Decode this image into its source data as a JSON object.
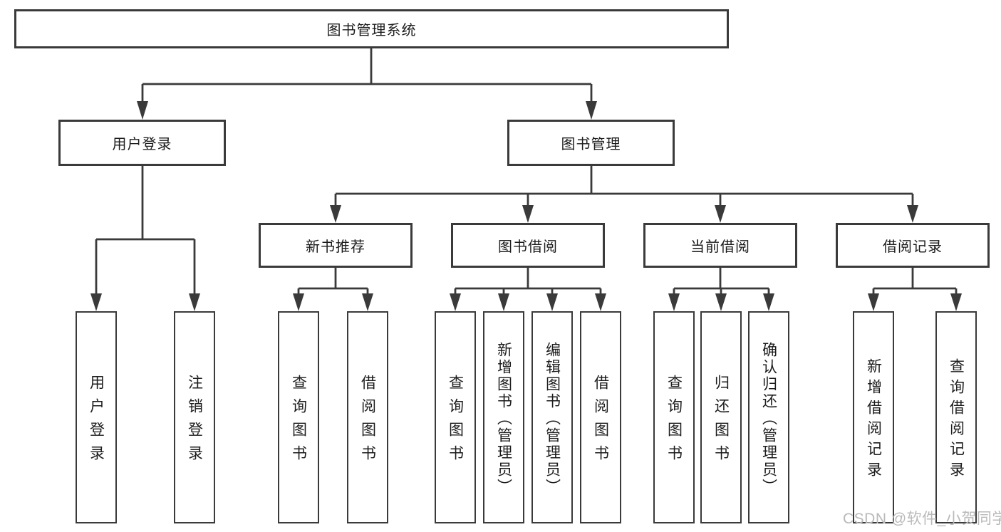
{
  "diagram": {
    "title": "图书管理系统",
    "level2": [
      {
        "label": "用户登录"
      },
      {
        "label": "图书管理"
      }
    ],
    "level3": [
      {
        "label": "新书推荐",
        "parent": "图书管理"
      },
      {
        "label": "图书借阅",
        "parent": "图书管理"
      },
      {
        "label": "当前借阅",
        "parent": "图书管理"
      },
      {
        "label": "借阅记录",
        "parent": "图书管理"
      }
    ],
    "leaves": [
      {
        "label": "用户登录",
        "parent": "用户登录"
      },
      {
        "label": "注销登录",
        "parent": "用户登录"
      },
      {
        "label": "查询图书",
        "parent": "新书推荐"
      },
      {
        "label": "借阅图书",
        "parent": "新书推荐"
      },
      {
        "label": "查询图书",
        "parent": "图书借阅"
      },
      {
        "label": "新增图书（管理员）",
        "parent": "图书借阅"
      },
      {
        "label": "编辑图书（管理员）",
        "parent": "图书借阅"
      },
      {
        "label": "借阅图书",
        "parent": "图书借阅"
      },
      {
        "label": "查询图书",
        "parent": "当前借阅"
      },
      {
        "label": "归还图书",
        "parent": "当前借阅"
      },
      {
        "label": "确认归还（管理员）",
        "parent": "当前借阅"
      },
      {
        "label": "新增借阅记录",
        "parent": "借阅记录"
      },
      {
        "label": "查询借阅记录",
        "parent": "借阅记录"
      }
    ]
  },
  "watermark": "CSDN @软件_小贺同学",
  "colors": {
    "line": "#3a3a3a",
    "text": "#1c1c1c",
    "watermark": "#b9b9b9",
    "background": "#ffffff"
  }
}
